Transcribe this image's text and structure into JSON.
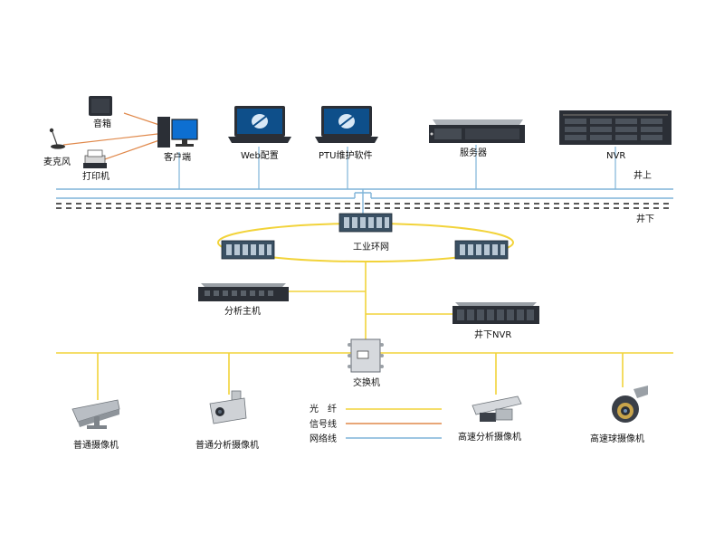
{
  "colors": {
    "fiber": "#f2d33a",
    "signal": "#e0884a",
    "network": "#7fb4d8",
    "device_dark": "#2b2f36",
    "device_light": "#c9cdd2"
  },
  "upper": {
    "speaker": "音箱",
    "microphone": "麦克风",
    "printer": "打印机",
    "client": "客户端",
    "web_config": "Web配置",
    "ptu_software": "PTU维护软件",
    "server": "服务器",
    "nvr": "NVR",
    "zone_label": "井上"
  },
  "lower": {
    "zone_label": "井下",
    "ring_network": "工业环网",
    "analysis_host": "分析主机",
    "underground_nvr": "井下NVR",
    "switch": "交换机",
    "normal_camera": "普通摄像机",
    "normal_analysis_camera": "普通分析摄像机",
    "high_speed_analysis_camera": "高速分析摄像机",
    "high_speed_dome_camera": "高速球摄像机"
  },
  "legend": {
    "items": [
      {
        "label": "光　纤",
        "type": "fiber"
      },
      {
        "label": "信号线",
        "type": "signal"
      },
      {
        "label": "网络线",
        "type": "network"
      }
    ]
  }
}
